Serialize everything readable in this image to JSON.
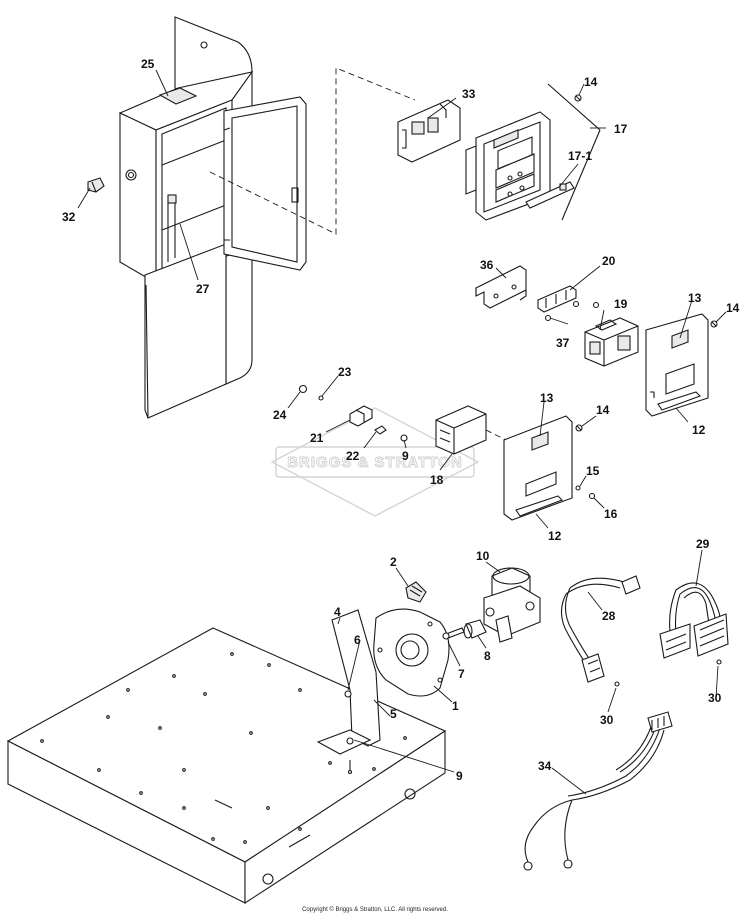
{
  "watermark": {
    "text": "BRIGGS & STRATTON"
  },
  "copyright": "Copyright © Briggs & Stratton, LLC. All rights reserved.",
  "callouts": [
    {
      "id": "c25",
      "label": "25"
    },
    {
      "id": "c32",
      "label": "32"
    },
    {
      "id": "c27",
      "label": "27"
    },
    {
      "id": "c33",
      "label": "33"
    },
    {
      "id": "c14a",
      "label": "14"
    },
    {
      "id": "c17",
      "label": "17"
    },
    {
      "id": "c17-1",
      "label": "17-1"
    },
    {
      "id": "c36",
      "label": "36"
    },
    {
      "id": "c20",
      "label": "20"
    },
    {
      "id": "c13a",
      "label": "13"
    },
    {
      "id": "c14b",
      "label": "14"
    },
    {
      "id": "c19",
      "label": "19"
    },
    {
      "id": "c37",
      "label": "37"
    },
    {
      "id": "c12a",
      "label": "12"
    },
    {
      "id": "c23",
      "label": "23"
    },
    {
      "id": "c24",
      "label": "24"
    },
    {
      "id": "c21",
      "label": "21"
    },
    {
      "id": "c22",
      "label": "22"
    },
    {
      "id": "c9a",
      "label": "9"
    },
    {
      "id": "c13b",
      "label": "13"
    },
    {
      "id": "c14c",
      "label": "14"
    },
    {
      "id": "c18",
      "label": "18"
    },
    {
      "id": "c15",
      "label": "15"
    },
    {
      "id": "c16",
      "label": "16"
    },
    {
      "id": "c12b",
      "label": "12"
    },
    {
      "id": "c2",
      "label": "2"
    },
    {
      "id": "c10",
      "label": "10"
    },
    {
      "id": "c29",
      "label": "29"
    },
    {
      "id": "c4",
      "label": "4"
    },
    {
      "id": "c28",
      "label": "28"
    },
    {
      "id": "c6",
      "label": "6"
    },
    {
      "id": "c7",
      "label": "7"
    },
    {
      "id": "c8",
      "label": "8"
    },
    {
      "id": "c30a",
      "label": "30"
    },
    {
      "id": "c5",
      "label": "5"
    },
    {
      "id": "c1",
      "label": "1"
    },
    {
      "id": "c30b",
      "label": "30"
    },
    {
      "id": "c34",
      "label": "34"
    },
    {
      "id": "c9b",
      "label": "9"
    }
  ]
}
